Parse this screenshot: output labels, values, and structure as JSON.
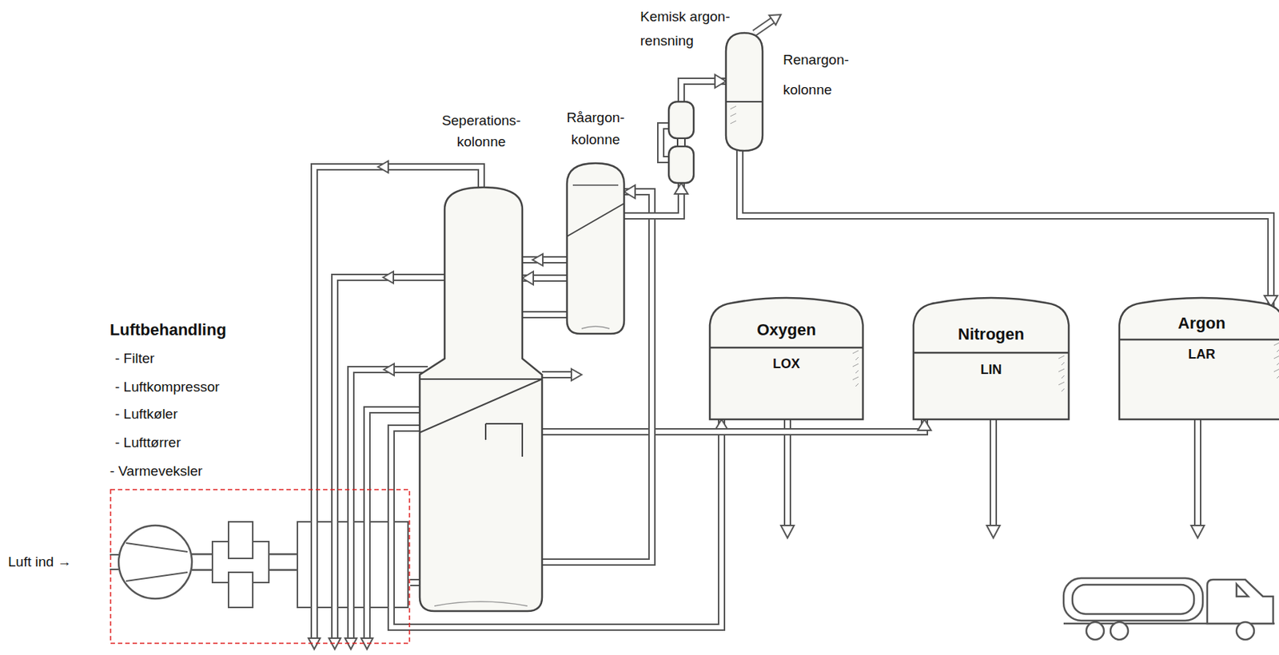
{
  "diagram": {
    "nodes": [
      {
        "text": [
          "Kemisk argon-rensning"
        ]
      },
      {
        "text": [
          "Renargon- kolonne"
        ]
      },
      {
        "text": [
          "Seperations- kolonne"
        ]
      },
      {
        "text": [
          "Råargon- kolonne"
        ]
      },
      {
        "text": [
          "Luftbehandling",
          "- Filter",
          "- Luftkompressor",
          "- Luftkøler",
          "- Lufttørrer",
          "- Varmeveksler"
        ]
      },
      {
        "text": [
          "Oxygen",
          "LOX"
        ]
      },
      {
        "text": [
          "Nitrogen",
          "LIN"
        ]
      },
      {
        "text": [
          "Argon",
          "LAR"
        ]
      }
    ],
    "edges": [
      {
        "from": 4,
        "to": 2,
        "arrow": "none"
      },
      {
        "from": 2,
        "to": 5,
        "arrow": "to"
      },
      {
        "from": 2,
        "to": 6,
        "arrow": "to"
      },
      {
        "from": 2,
        "to": 3,
        "arrow": "to"
      },
      {
        "from": 3,
        "to": 2,
        "arrow": "to"
      },
      {
        "from": 3,
        "to": 0,
        "arrow": "to"
      },
      {
        "from": 0,
        "to": 1,
        "arrow": "to"
      },
      {
        "from": 1,
        "to": 7,
        "arrow": "to"
      }
    ],
    "labels": [
      "Luft ind →"
    ]
  }
}
